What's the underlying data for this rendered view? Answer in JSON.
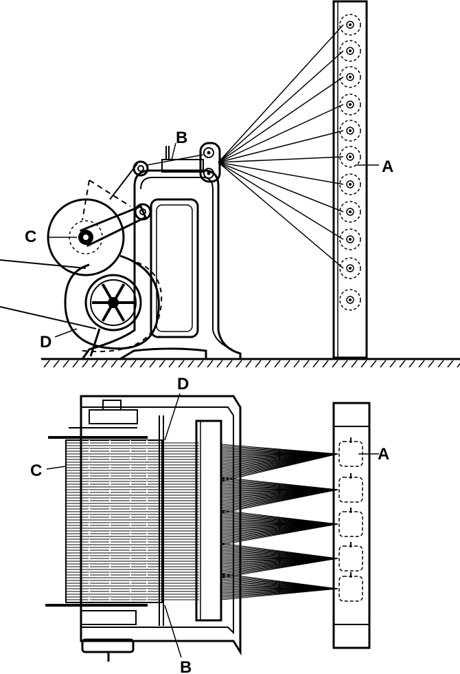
{
  "figure": {
    "top_view_labels": {
      "a": "A",
      "b": "B",
      "c": "C",
      "d": "D"
    },
    "bottom_view_labels": {
      "a": "A",
      "b": "B",
      "c": "C",
      "d": "D"
    }
  },
  "colors": {
    "ink": "#000000",
    "paper": "#ffffff"
  }
}
